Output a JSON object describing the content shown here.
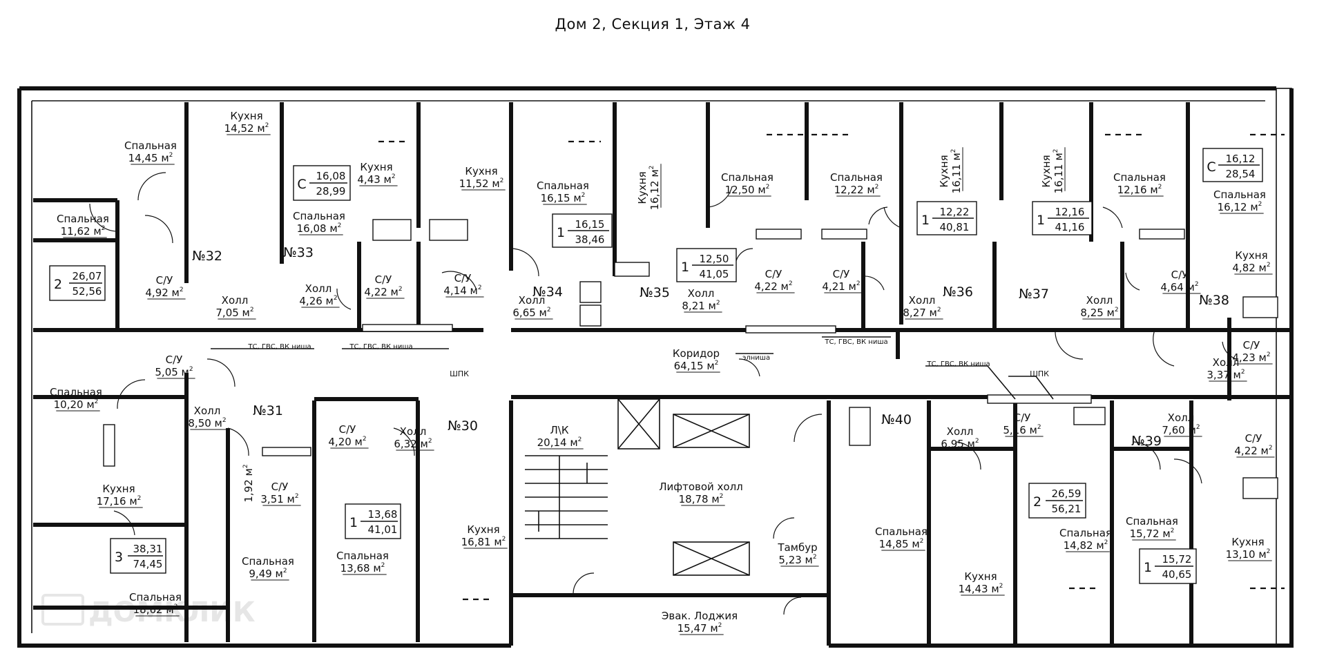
{
  "title": "Дом 2, Секция 1, Этаж 4",
  "watermark": "ДОМКЛИК",
  "apartments": [
    {
      "id": "n31",
      "number": "№31",
      "rooms": "3",
      "living": "38,31",
      "total": "74,45"
    },
    {
      "id": "n32",
      "number": "№32",
      "rooms": "2",
      "living": "26,07",
      "total": "52,56"
    },
    {
      "id": "n33",
      "number": "№33",
      "rooms": "С",
      "living": "16,08",
      "total": "28,99"
    },
    {
      "id": "n34",
      "number": "№34",
      "rooms": "1",
      "living": "16,15",
      "total": "38,46"
    },
    {
      "id": "n35",
      "number": "№35",
      "rooms": "1",
      "living": "12,50",
      "total": "41,05"
    },
    {
      "id": "n36",
      "number": "№36",
      "rooms": "1",
      "living": "12,22",
      "total": "40,81"
    },
    {
      "id": "n37",
      "number": "№37",
      "rooms": "1",
      "living": "12,16",
      "total": "41,16"
    },
    {
      "id": "n38",
      "number": "№38",
      "rooms": "С",
      "living": "16,12",
      "total": "28,54"
    },
    {
      "id": "n30",
      "number": "№30",
      "rooms": "1",
      "living": "13,68",
      "total": "41,01"
    },
    {
      "id": "n40",
      "number": "№40",
      "rooms": "2",
      "living": "26,59",
      "total": "56,21"
    },
    {
      "id": "n39",
      "number": "№39",
      "rooms": "1",
      "living": "15,72",
      "total": "40,65"
    }
  ],
  "rooms": [
    {
      "name": "Спальная",
      "area": "14,45",
      "unit": "м"
    },
    {
      "name": "Кухня",
      "area": "14,52",
      "unit": "м"
    },
    {
      "name": "Спальная",
      "area": "11,62",
      "unit": "м"
    },
    {
      "name": "С/У",
      "area": "4,92",
      "unit": "м"
    },
    {
      "name": "Холл",
      "area": "7,05",
      "unit": "м"
    },
    {
      "name": "Кухня",
      "area": "4,43",
      "unit": "м"
    },
    {
      "name": "Спальная",
      "area": "16,08",
      "unit": "м"
    },
    {
      "name": "Холл",
      "area": "4,26",
      "unit": "м"
    },
    {
      "name": "С/У",
      "area": "4,22",
      "unit": "м"
    },
    {
      "name": "Кухня",
      "area": "11,52",
      "unit": "м"
    },
    {
      "name": "С/У",
      "area": "4,14",
      "unit": "м"
    },
    {
      "name": "Спальная",
      "area": "16,15",
      "unit": "м"
    },
    {
      "name": "Холл",
      "area": "6,65",
      "unit": "м"
    },
    {
      "name": "Кухня",
      "area": "16,12",
      "unit": "м"
    },
    {
      "name": "Спальная",
      "area": "12,50",
      "unit": "м"
    },
    {
      "name": "Холл",
      "area": "8,21",
      "unit": "м"
    },
    {
      "name": "С/У",
      "area": "4,22",
      "unit": "м"
    },
    {
      "name": "С/У",
      "area": "4,21",
      "unit": "м"
    },
    {
      "name": "Спальная",
      "area": "12,22",
      "unit": "м"
    },
    {
      "name": "Кухня",
      "area": "16,11",
      "unit": "м"
    },
    {
      "name": "Холл",
      "area": "8,27",
      "unit": "м"
    },
    {
      "name": "Кухня",
      "area": "16,11",
      "unit": "м"
    },
    {
      "name": "Спальная",
      "area": "12,16",
      "unit": "м"
    },
    {
      "name": "Холл",
      "area": "8,25",
      "unit": "м"
    },
    {
      "name": "С/У",
      "area": "4,64",
      "unit": "м"
    },
    {
      "name": "Спальная",
      "area": "16,12",
      "unit": "м"
    },
    {
      "name": "Кухня",
      "area": "4,82",
      "unit": "м"
    },
    {
      "name": "С/У",
      "area": "4,23",
      "unit": "м"
    },
    {
      "name": "Холл",
      "area": "3,37",
      "unit": "м"
    },
    {
      "name": "Коридор",
      "area": "64,15",
      "unit": "м"
    },
    {
      "name": "Спальная",
      "area": "10,20",
      "unit": "м"
    },
    {
      "name": "С/У",
      "area": "5,05",
      "unit": "м"
    },
    {
      "name": "Холл",
      "area": "8,50",
      "unit": "м"
    },
    {
      "name": "Кухня",
      "area": "17,16",
      "unit": "м"
    },
    {
      "name": "С/У",
      "area": "3,51",
      "unit": "м"
    },
    {
      "name": "Спальная",
      "area": "9,49",
      "unit": "м"
    },
    {
      "name": "Спальная",
      "area": "18,62",
      "unit": "м"
    },
    {
      "name": "С/У",
      "area": "4,20",
      "unit": "м"
    },
    {
      "name": "Холл",
      "area": "6,32",
      "unit": "м"
    },
    {
      "name": "Спальная",
      "area": "13,68",
      "unit": "м"
    },
    {
      "name": "Кухня",
      "area": "16,81",
      "unit": "м"
    },
    {
      "name": "Л\\К",
      "area": "20,14",
      "unit": "м"
    },
    {
      "name": "Лифтовой холл",
      "area": "18,78",
      "unit": "м"
    },
    {
      "name": "Тамбур",
      "area": "5,23",
      "unit": "м"
    },
    {
      "name": "Эвак. Лоджия",
      "area": "15,47",
      "unit": "м"
    },
    {
      "name": "Холл",
      "area": "6,95",
      "unit": "м"
    },
    {
      "name": "С/У",
      "area": "5,16",
      "unit": "м"
    },
    {
      "name": "Спальная",
      "area": "14,85",
      "unit": "м"
    },
    {
      "name": "Кухня",
      "area": "14,43",
      "unit": "м"
    },
    {
      "name": "Спальная",
      "area": "14,82",
      "unit": "м"
    },
    {
      "name": "Холл",
      "area": "7,60",
      "unit": "м"
    },
    {
      "name": "С/У",
      "area": "4,22",
      "unit": "м"
    },
    {
      "name": "Спальная",
      "area": "15,72",
      "unit": "м"
    },
    {
      "name": "Кухня",
      "area": "13,10",
      "unit": "м"
    }
  ],
  "side_labels": [
    {
      "name": "",
      "area": "1,92",
      "unit": "м"
    }
  ],
  "notes": [
    "ТС, ГВС, ВК ниша",
    "ТС, ГВС, ВК ниша",
    "ТС, ГВС, ВК ниша",
    "ТС, ГВС, ВК ниша",
    "ШПК",
    "ШПК",
    "элниша"
  ],
  "unit_sup": "2"
}
